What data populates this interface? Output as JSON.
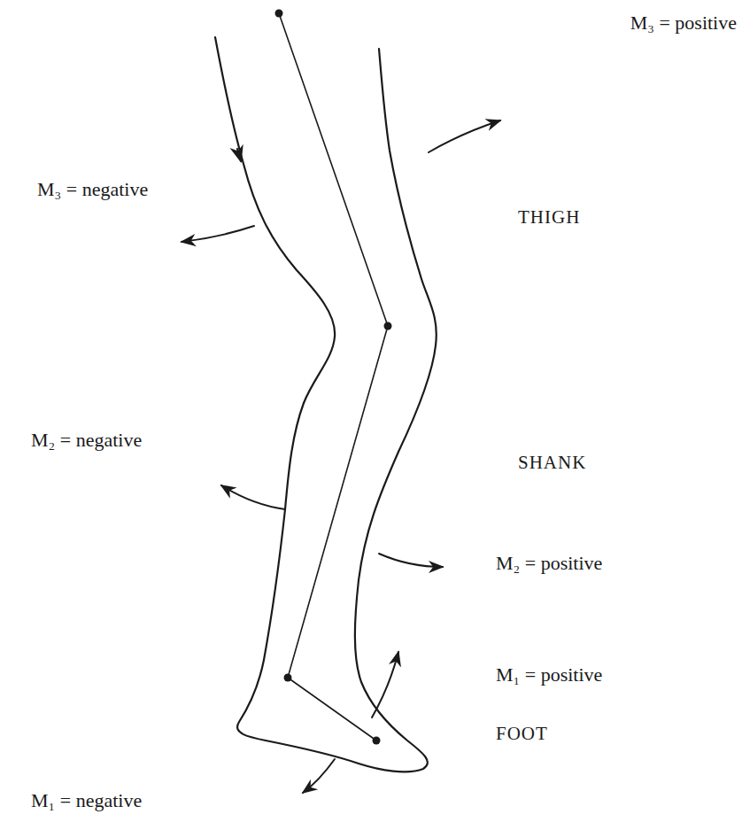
{
  "diagram": {
    "labels": [
      "M₃ = positive",
      "M₃ = negative",
      "THIGH",
      "M₂ = negative",
      "SHANK",
      "M₂ = positive",
      "M₁ = positive",
      "FOOT",
      "M₁ = negative"
    ]
  }
}
